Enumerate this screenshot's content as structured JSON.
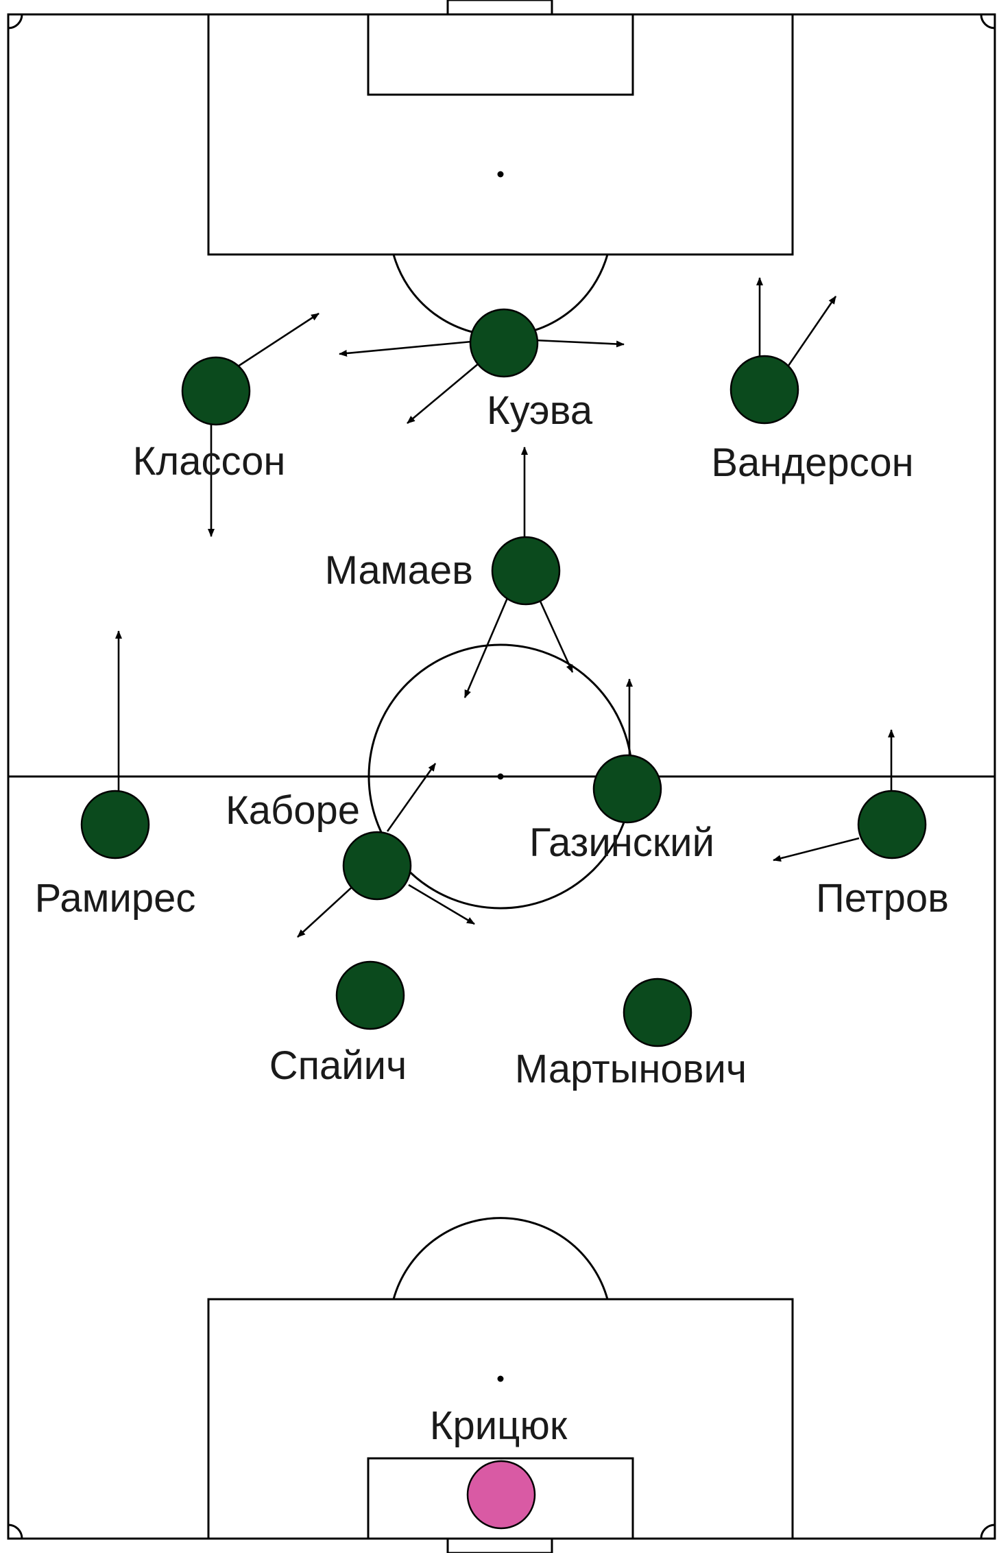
{
  "colors": {
    "pitch_background": "#ffffff",
    "pitch_lines": "#000000",
    "outfield_player": "#0b4a1d",
    "goalkeeper": "#d95aa4"
  },
  "players": [
    {
      "id": "classon",
      "name": "Классон",
      "role": "outfield"
    },
    {
      "id": "kuyeva",
      "name": "Куэва",
      "role": "outfield"
    },
    {
      "id": "vanderson",
      "name": "Вандерсон",
      "role": "outfield"
    },
    {
      "id": "mamaev",
      "name": "Мамаев",
      "role": "outfield"
    },
    {
      "id": "ramires",
      "name": "Рамирес",
      "role": "outfield"
    },
    {
      "id": "kabore",
      "name": "Каборе",
      "role": "outfield"
    },
    {
      "id": "gazinsky",
      "name": "Газинский",
      "role": "outfield"
    },
    {
      "id": "petrov",
      "name": "Петров",
      "role": "outfield"
    },
    {
      "id": "spajic",
      "name": "Спайич",
      "role": "outfield"
    },
    {
      "id": "martynovich",
      "name": "Мартынович",
      "role": "outfield"
    },
    {
      "id": "kritsyuk",
      "name": "Крицюк",
      "role": "goalkeeper"
    }
  ]
}
